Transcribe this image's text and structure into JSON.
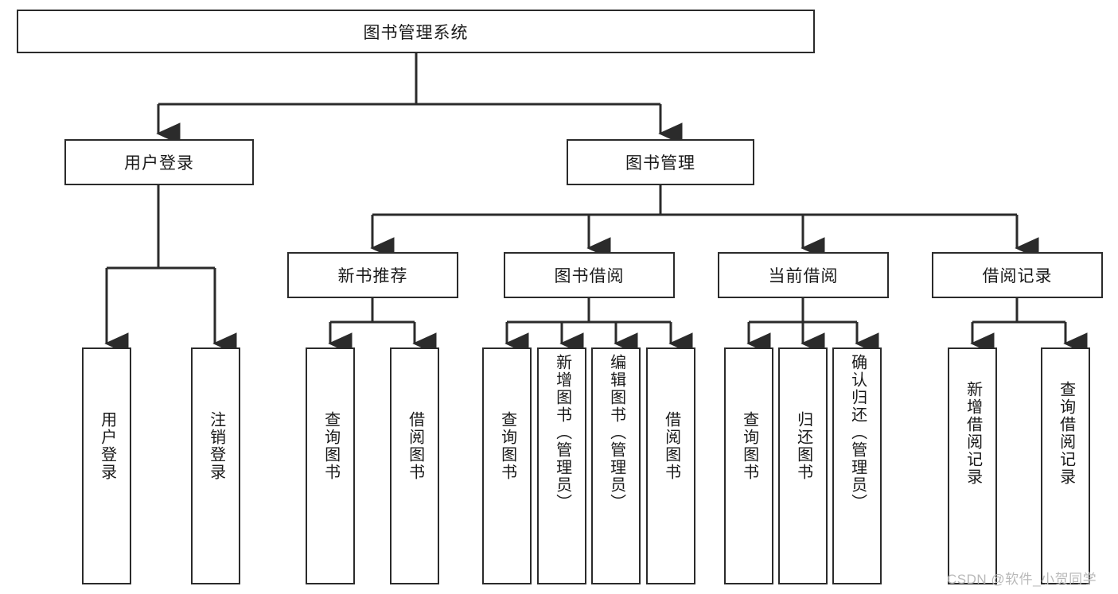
{
  "diagram": {
    "title_node": {
      "label": "图书管理系统"
    },
    "level2": [
      {
        "label": "用户登录"
      },
      {
        "label": "图书管理"
      }
    ],
    "level3": [
      {
        "label": "新书推荐"
      },
      {
        "label": "图书借阅"
      },
      {
        "label": "当前借阅"
      },
      {
        "label": "借阅记录"
      }
    ],
    "leaves": {
      "user_login": [
        {
          "label": "用户登录"
        },
        {
          "label": "注销登录"
        }
      ],
      "new_book_recommend": [
        {
          "label": "查询图书"
        },
        {
          "label": "借阅图书"
        }
      ],
      "book_borrow": [
        {
          "label": "查询图书"
        },
        {
          "label": "新增图书（管理员）"
        },
        {
          "label": "编辑图书（管理员）"
        },
        {
          "label": "借阅图书"
        }
      ],
      "current_borrow": [
        {
          "label": "查询图书"
        },
        {
          "label": "归还图书"
        },
        {
          "label": "确认归还（管理员）"
        }
      ],
      "borrow_record": [
        {
          "label": "新增借阅记录"
        },
        {
          "label": "查询借阅记录"
        }
      ]
    }
  },
  "watermark": {
    "text": "CSDN @软件_小贺同学"
  },
  "colors": {
    "stroke": "#2b2b2b",
    "background": "#ffffff",
    "text": "#1a1a1a",
    "watermark": "#b9b9b9"
  }
}
